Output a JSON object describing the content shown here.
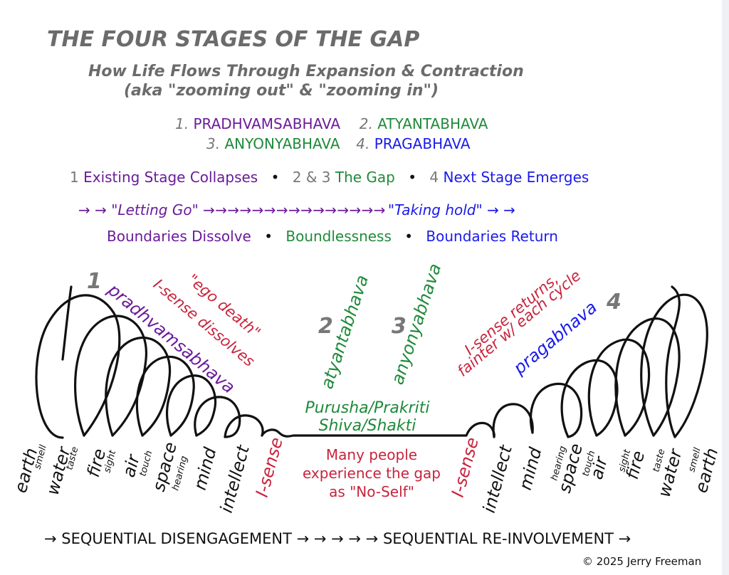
{
  "title": "THE FOUR STAGES OF THE GAP",
  "subtitle_1": "How Life Flows Through Expansion & Contraction",
  "subtitle_2": "(aka \"zooming out\" & \"zooming in\")",
  "stage_names": {
    "n1": "1.",
    "s1": "PRADHVAMSABHAVA",
    "n2": "2.",
    "s2": "ATYANTABHAVA",
    "n3": "3.",
    "s3": "ANYONYABHAVA",
    "n4": "4.",
    "s4": "PRAGABHAVA"
  },
  "stage_summary": {
    "n1": "1",
    "t1": "Existing Stage Collapses",
    "n23": "2 & 3",
    "t23": "The Gap",
    "n4": "4",
    "t4": "Next Stage Emerges",
    "bullet": "•"
  },
  "flow_line": {
    "lead_arrows": "→ →",
    "letting_go": "\"Letting Go\"",
    "mid_arrows": "→ → → → → → → → → → → → → → →",
    "taking_hold": "\"Taking hold\"",
    "tail_arrows": "→ →"
  },
  "boundaries": {
    "dissolve": "Boundaries Dissolve",
    "boundless": "Boundlessness",
    "return": "Boundaries Return",
    "bullet": "•"
  },
  "diagram": {
    "num_1": "1",
    "num_2": "2",
    "num_3": "3",
    "num_4": "4",
    "pradhvamsabhava": "pradhvamsabhava",
    "ego_death": "\"ego death\"",
    "isense_dissolves": "I-sense dissolves",
    "atyantabhava": "atyantabhava",
    "anyonyabhava": "anyonyabhava",
    "isense_returns": "I-sense returns,",
    "fainter": "fainter w/ each cycle",
    "pragabhava": "pragabhava",
    "purusha": "Purusha/Prakriti",
    "shiva": "Shiva/Shakti",
    "many_people_1": "Many people",
    "many_people_2": "experience the gap",
    "many_people_3": "as \"No-Self\""
  },
  "left_labels": [
    {
      "main": "earth",
      "sub": "smell"
    },
    {
      "main": "water",
      "sub": "taste"
    },
    {
      "main": "fire",
      "sub": "sight"
    },
    {
      "main": "air",
      "sub": "touch"
    },
    {
      "main": "space",
      "sub": "hearing"
    },
    {
      "main": "mind",
      "sub": ""
    },
    {
      "main": "intellect",
      "sub": ""
    },
    {
      "main": "I-sense",
      "sub": ""
    }
  ],
  "right_labels": [
    {
      "main": "I-sense",
      "sub": ""
    },
    {
      "main": "intellect",
      "sub": ""
    },
    {
      "main": "mind",
      "sub": ""
    },
    {
      "main": "space",
      "sub": "hearing"
    },
    {
      "main": "air",
      "sub": "touch"
    },
    {
      "main": "fire",
      "sub": "sight"
    },
    {
      "main": "water",
      "sub": "taste"
    },
    {
      "main": "earth",
      "sub": "smell"
    }
  ],
  "bottom_line": "→ SEQUENTIAL DISENGAGEMENT → → → → → SEQUENTIAL RE-INVOLVEMENT →",
  "copyright": "© 2025 Jerry Freeman",
  "colors": {
    "purple": "#6a1b9a",
    "green": "#1f8a3a",
    "blue": "#1a1aeb",
    "red": "#c8243c",
    "gray": "#777777",
    "black": "#111111"
  }
}
